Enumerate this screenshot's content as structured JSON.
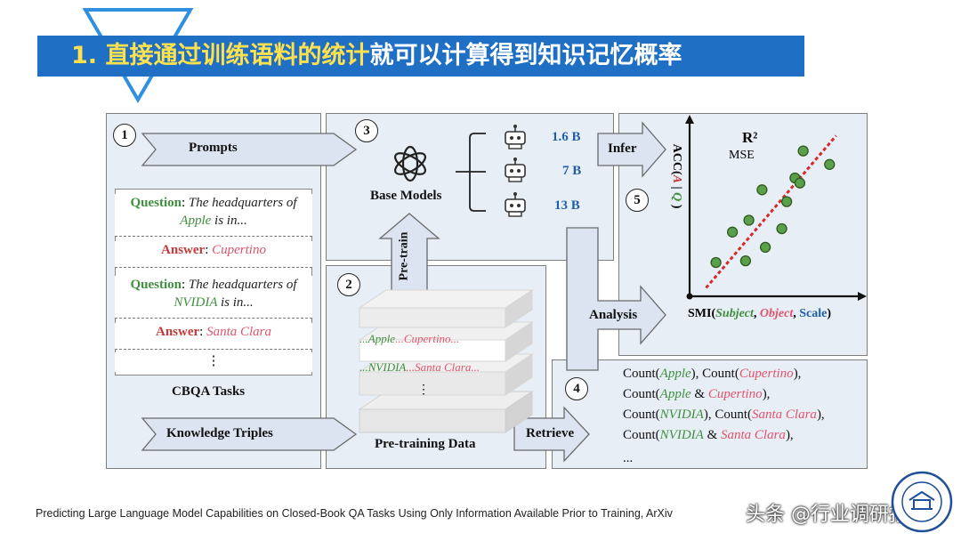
{
  "title": {
    "highlight": "1. 直接通过训练语料的统计",
    "rest": "就可以计算得到知识记忆概率"
  },
  "panels": {
    "p1": {
      "num": "1",
      "prompts": "Prompts",
      "cbqa": "CBQA Tasks",
      "triples": "Knowledge Triples"
    },
    "p2": {
      "num": "2",
      "pretrain": "Pre-train",
      "data_label": "Pre-training Data",
      "line1_a": "...Apple",
      "line1_b": "...Cupertino...",
      "line2_a": "...NVIDIA",
      "line2_b": "...Santa Clara...",
      "dots": "⋮"
    },
    "p3": {
      "num": "3",
      "base_models": "Base Models",
      "sizes": [
        "1.6 B",
        "7 B",
        "13 B"
      ]
    },
    "p4": {
      "num": "4",
      "retrieve": "Retrieve"
    },
    "p5": {
      "num": "5",
      "infer": "Infer",
      "analysis": "Analysis",
      "r2": "R²",
      "mse": "MSE"
    }
  },
  "qa": {
    "q1": {
      "label": "Question",
      "sep": ": ",
      "text": "The headquarters of",
      "entity": "Apple",
      "tail": " is in..."
    },
    "a1": {
      "label": "Answer",
      "sep": ": ",
      "entity": "Cupertino"
    },
    "q2": {
      "label": "Question",
      "sep": ": ",
      "text": "The headquarters of",
      "entity": "NVIDIA",
      "tail": " is in..."
    },
    "a2": {
      "label": "Answer",
      "sep": ": ",
      "entity": "Santa Clara"
    },
    "dots": "⋮"
  },
  "plot": {
    "ylabel": {
      "pre": "ACC(",
      "a": "A",
      "bar": " | ",
      "q": "Q",
      "post": " )"
    },
    "xlabel": {
      "pre": "SMI(",
      "s": "Subject",
      "c1": ", ",
      "o": "Object",
      "c2": ", ",
      "sc": "Scale",
      "post": ")"
    }
  },
  "chart_data": {
    "type": "scatter",
    "title": "R²",
    "subtitle": "MSE",
    "xlabel": "SMI(Subject, Object, Scale)",
    "ylabel": "ACC(A | Q)",
    "xlim": [
      0,
      10
    ],
    "ylim": [
      0,
      10
    ],
    "grid": false,
    "points": [
      [
        1.6,
        2.0
      ],
      [
        2.6,
        3.8
      ],
      [
        3.4,
        2.1
      ],
      [
        3.6,
        4.5
      ],
      [
        4.4,
        6.3
      ],
      [
        4.6,
        2.9
      ],
      [
        5.6,
        4.0
      ],
      [
        5.9,
        5.6
      ],
      [
        6.4,
        7.0
      ],
      [
        6.7,
        6.7
      ],
      [
        6.9,
        8.6
      ],
      [
        8.5,
        7.8
      ]
    ],
    "trend": [
      [
        1.0,
        0.5
      ],
      [
        8.9,
        9.5
      ]
    ],
    "marker_color": "#5aa04a",
    "trend_color": "#d62a2a"
  },
  "counts": [
    [
      {
        "t": "Count("
      },
      {
        "t": "Apple",
        "c": "g"
      },
      {
        "t": "), Count("
      },
      {
        "t": "Cupertino",
        "c": "r"
      },
      {
        "t": "),"
      }
    ],
    [
      {
        "t": "Count("
      },
      {
        "t": "Apple",
        "c": "g"
      },
      {
        "t": " & "
      },
      {
        "t": "Cupertino",
        "c": "r"
      },
      {
        "t": "),"
      }
    ],
    [
      {
        "t": "Count("
      },
      {
        "t": "NVIDIA",
        "c": "g"
      },
      {
        "t": "), Count("
      },
      {
        "t": "Santa Clara",
        "c": "r"
      },
      {
        "t": "),"
      }
    ],
    [
      {
        "t": "Count("
      },
      {
        "t": "NVIDIA",
        "c": "g"
      },
      {
        "t": " & "
      },
      {
        "t": "Santa Clara",
        "c": "r"
      },
      {
        "t": "),"
      }
    ],
    [
      {
        "t": "..."
      }
    ]
  ],
  "footer": "Predicting Large Language Model Capabilities on Closed-Book QA Tasks Using Only Information Available Prior to Training, ArXiv",
  "watermark": "头条 @行业调研报告",
  "colors": {
    "title_bg": "#1f6fc5",
    "title_highlight": "#ffe14d",
    "panel_bg": "#e8eef6",
    "green": "#3f8f3f",
    "pink": "#e2536b",
    "blue": "#1f5fa8"
  }
}
